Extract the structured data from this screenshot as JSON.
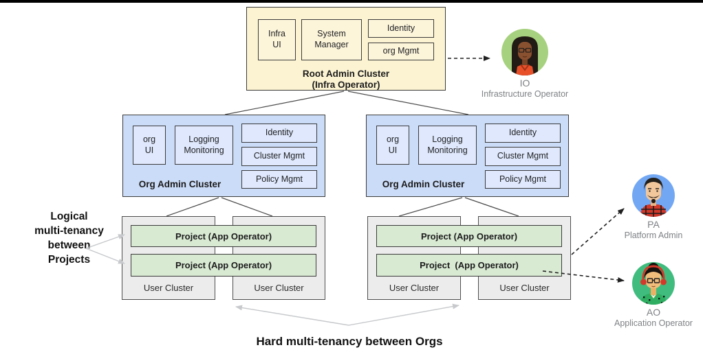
{
  "root_admin_cluster": {
    "title": "Root Admin Cluster",
    "subtitle": "(Infra Operator)",
    "components": {
      "infra_ui": "Infra\nUI",
      "system_manager": "System\nManager",
      "identity": "Identity",
      "org_mgmt": "org Mgmt"
    }
  },
  "org_admin_clusters": [
    {
      "title": "Org Admin Cluster",
      "components": {
        "org_ui": "org\nUI",
        "logging_monitoring": "Logging\nMonitoring",
        "identity": "Identity",
        "cluster_mgmt": "Cluster Mgmt",
        "policy_mgmt": "Policy Mgmt"
      }
    },
    {
      "title": "Org Admin Cluster",
      "components": {
        "org_ui": "org\nUI",
        "logging_monitoring": "Logging\nMonitoring",
        "identity": "Identity",
        "cluster_mgmt": "Cluster Mgmt",
        "policy_mgmt": "Policy Mgmt"
      }
    }
  ],
  "user_cluster_groups": [
    {
      "projects": [
        "Project (App Operator)",
        "Project (App Operator)"
      ],
      "clusters": [
        "User Cluster",
        "User Cluster"
      ]
    },
    {
      "projects": [
        "Project (App Operator)",
        "Project  (App Operator)"
      ],
      "clusters": [
        "User Cluster",
        "User Cluster"
      ]
    }
  ],
  "annotations": {
    "left": "Logical\nmulti-tenancy\nbetween\nProjects",
    "bottom": "Hard multi-tenancy between Orgs"
  },
  "personas": [
    {
      "abbr": "IO",
      "name": "Infrastructure Operator"
    },
    {
      "abbr": "PA",
      "name": "Platform Admin"
    },
    {
      "abbr": "AO",
      "name": "Application Operator"
    }
  ],
  "colors": {
    "root_cluster_fill": "#fcf3d2",
    "org_cluster_fill": "#cbdcf8",
    "org_component_fill": "#dfe8fc",
    "project_fill": "#d9ead3",
    "user_cluster_fill": "#ececec",
    "box_border": "#3a3a3a",
    "io_circle": "#a6d17e",
    "pa_circle": "#72a7f3",
    "ao_circle": "#3fbc7e",
    "persona_label_text": "#7d8084",
    "hierarchy_line": "#4a4a4a",
    "annotation_arrow": "#c7c9cc",
    "dashed_arrow": "#1f1f1f"
  }
}
